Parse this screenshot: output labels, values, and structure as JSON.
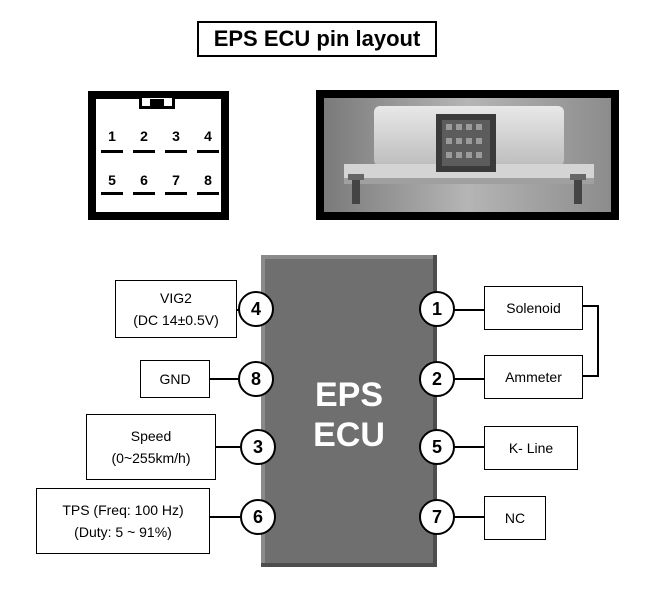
{
  "title": "EPS ECU pin layout",
  "connector": {
    "top_row": [
      "1",
      "2",
      "3",
      "4"
    ],
    "bottom_row": [
      "5",
      "6",
      "7",
      "8"
    ]
  },
  "chip": {
    "line1": "EPS",
    "line2": "ECU"
  },
  "left_pins": [
    {
      "pin": "4",
      "lines": [
        "VIG2",
        "(DC 14±0.5V)"
      ]
    },
    {
      "pin": "8",
      "lines": [
        "GND"
      ]
    },
    {
      "pin": "3",
      "lines": [
        "Speed",
        "(0~255km/h)"
      ]
    },
    {
      "pin": "6",
      "lines": [
        "TPS (Freq: 100 Hz)",
        "(Duty: 5 ~ 91%)"
      ]
    }
  ],
  "right_pins": [
    {
      "pin": "1",
      "label": "Solenoid"
    },
    {
      "pin": "2",
      "label": "Ammeter"
    },
    {
      "pin": "5",
      "label": "K- Line"
    },
    {
      "pin": "7",
      "label": "NC"
    }
  ]
}
